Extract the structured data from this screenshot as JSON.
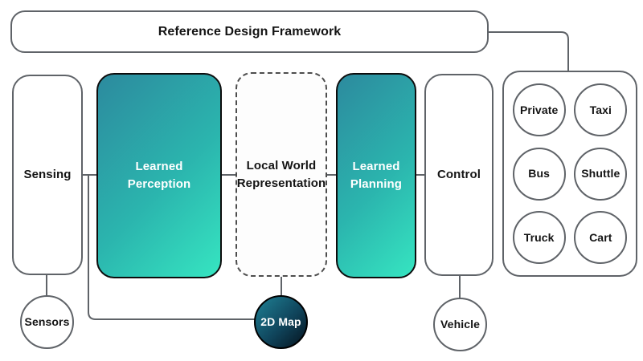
{
  "framework": {
    "label": "Reference Design Framework"
  },
  "pipeline": {
    "sensing": {
      "label": "Sensing"
    },
    "learned_perception": {
      "label": "Learned Perception"
    },
    "local_world": {
      "label": "Local World Representation"
    },
    "learned_planning": {
      "label": "Learned Planning"
    },
    "control": {
      "label": "Control"
    }
  },
  "attachments": {
    "sensors": {
      "label": "Sensors"
    },
    "map": {
      "label": "2D Map"
    },
    "vehicle": {
      "label": "Vehicle"
    }
  },
  "vehicle_types": [
    {
      "label": "Private"
    },
    {
      "label": "Taxi"
    },
    {
      "label": "Bus"
    },
    {
      "label": "Shuttle"
    },
    {
      "label": "Truck"
    },
    {
      "label": "Cart"
    }
  ],
  "colors": {
    "accent_gradient_start": "#2c8a9e",
    "accent_gradient_end": "#36e5c1",
    "map_gradient_start": "#1f8296",
    "map_gradient_end": "#05121d",
    "line": "#5f6368",
    "border_dark": "#0d0d0d",
    "text": "#141414",
    "text_on_accent": "#ffffff"
  }
}
